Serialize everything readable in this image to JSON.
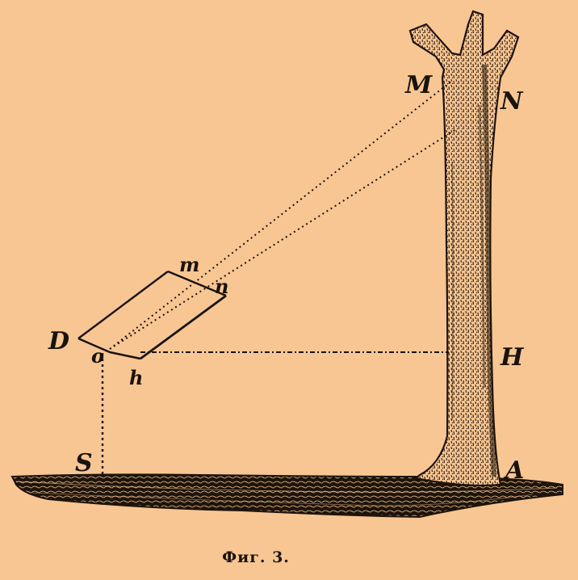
{
  "figure": {
    "labels": {
      "M": "M",
      "N": "N",
      "m": "m",
      "n": "n",
      "D": "D",
      "o": "o",
      "h": "h",
      "H": "H",
      "S": "S",
      "A": "A"
    },
    "caption": "Фиг. 3."
  },
  "colors": {
    "background": "#f8c693",
    "ink": "#1a130c"
  }
}
